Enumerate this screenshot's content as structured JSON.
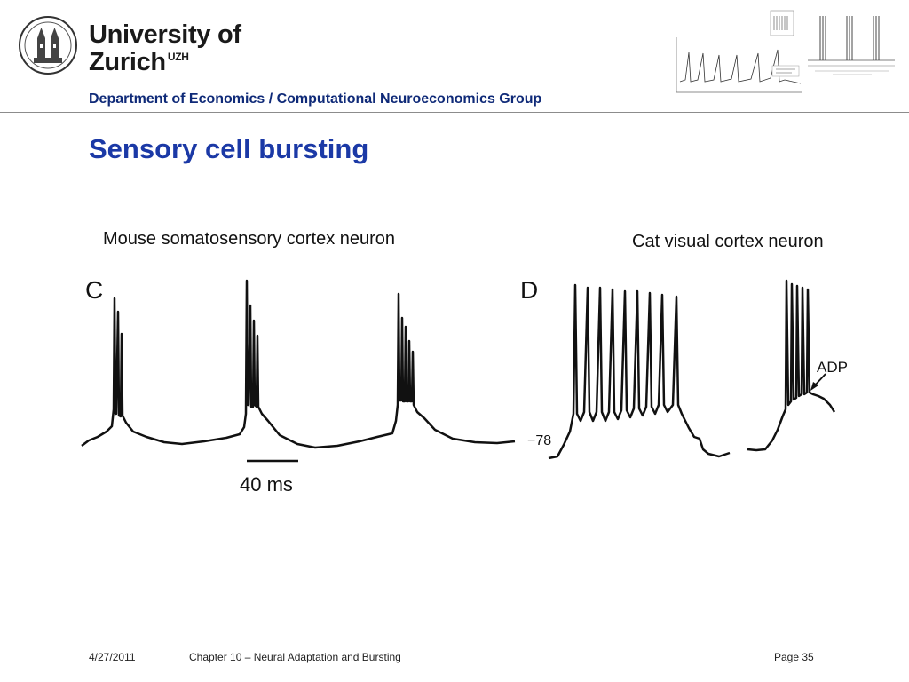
{
  "header": {
    "university_line1": "University of",
    "university_line2": "Zurich",
    "university_suffix": "UZH",
    "department": "Department of Economics / Computational Neuroeconomics Group"
  },
  "slide": {
    "title": "Sensory cell bursting",
    "caption_left": "Mouse somatosensory cortex neuron",
    "caption_right": "Cat visual cortex neuron"
  },
  "figure": {
    "panel_c_label": "C",
    "panel_d_label": "D",
    "scale_bar_label": "40 ms",
    "voltage_label": "−78",
    "adp_label": "ADP"
  },
  "footer": {
    "date": "4/27/2011",
    "chapter": "Chapter 10 – Neural Adaptation and Bursting",
    "page": "Page 35"
  },
  "colors": {
    "title": "#1b39a6",
    "department": "#0f2a78",
    "rule": "#8c8c8c"
  }
}
